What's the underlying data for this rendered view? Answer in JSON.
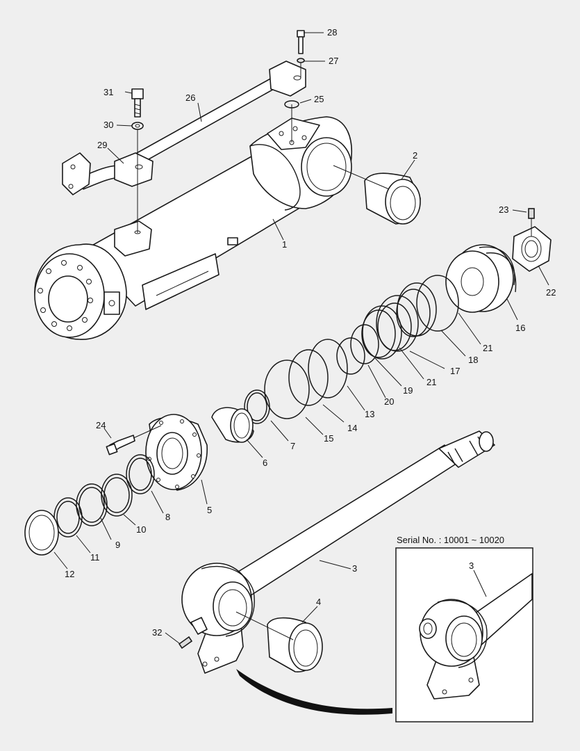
{
  "inset": {
    "title": "Serial No. : 10001 ~ 10020",
    "label": "3"
  },
  "callouts": {
    "c1": "1",
    "c2": "2",
    "c3": "3",
    "c4": "4",
    "c5": "5",
    "c6": "6",
    "c7": "7",
    "c8": "8",
    "c9": "9",
    "c10": "10",
    "c11": "11",
    "c12": "12",
    "c13": "13",
    "c14": "14",
    "c15": "15",
    "c16": "16",
    "c17": "17",
    "c18": "18",
    "c19": "19",
    "c20": "20",
    "c21a": "21",
    "c21b": "21",
    "c22": "22",
    "c23": "23",
    "c24": "24",
    "c25": "25",
    "c26": "26",
    "c27": "27",
    "c28": "28",
    "c29": "29",
    "c30": "30",
    "c31": "31",
    "c32": "32"
  }
}
